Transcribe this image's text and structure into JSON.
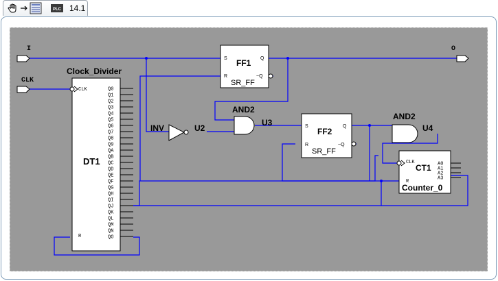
{
  "tab": {
    "label": "14.1",
    "icons": [
      "hand-icon",
      "arrow-icon",
      "schematic-icon",
      "plc-icon"
    ],
    "plc_text": "PLC"
  },
  "schematic": {
    "io": {
      "input_i": "I",
      "input_clk": "CLK",
      "output_o": "O"
    },
    "ff1": {
      "name": "FF1",
      "type": "SR_FF",
      "pin_s": "S",
      "pin_r": "R",
      "pin_q": "Q",
      "pin_nq": "~Q"
    },
    "ff2": {
      "name": "FF2",
      "type": "SR_FF",
      "pin_s": "S",
      "pin_r": "R",
      "pin_q": "Q",
      "pin_nq": "~Q"
    },
    "u3": {
      "type": "AND2",
      "name": "U3"
    },
    "u4": {
      "type": "AND2",
      "name": "U4"
    },
    "u2": {
      "type": "INV",
      "name": "U2"
    },
    "dt1": {
      "title": "Clock_Divider",
      "name": "DT1",
      "pin_clk": "CLK",
      "pin_r": "R",
      "outputs": [
        "Q0",
        "Q1",
        "Q2",
        "Q3",
        "Q4",
        "Q5",
        "Q6",
        "Q7",
        "Q8",
        "Q9",
        "QA",
        "QB",
        "QC",
        "QD",
        "QE",
        "QF",
        "QG",
        "QH",
        "QI",
        "QJ",
        "QK",
        "QL",
        "QM",
        "QN",
        "QO"
      ]
    },
    "ct1": {
      "name": "CT1",
      "type": "Counter_0",
      "pin_clk": "CLK",
      "pin_r": "R",
      "outputs": [
        "A0",
        "A1",
        "A2",
        "A3"
      ]
    }
  },
  "colors": {
    "wire": "#0000ff",
    "canvas": "#999999",
    "component": "#ffffff"
  }
}
